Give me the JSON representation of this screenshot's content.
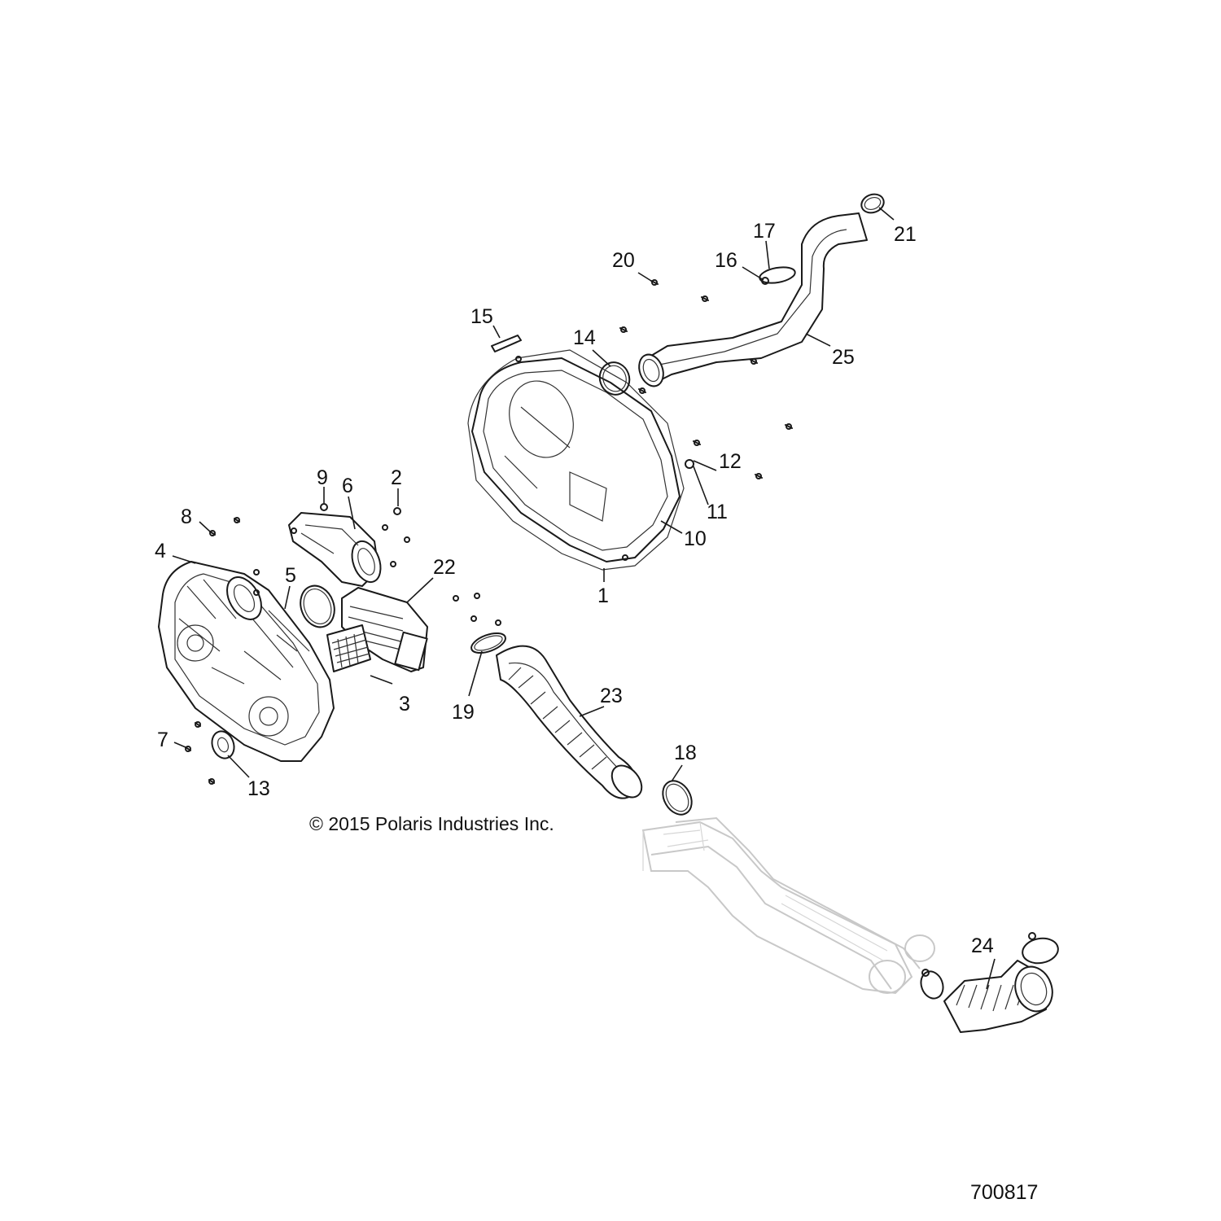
{
  "copyright": "© 2015 Polaris Industries Inc.",
  "diagram_id": "700817",
  "callouts": [
    {
      "key": "1",
      "text": "1"
    },
    {
      "key": "2",
      "text": "2"
    },
    {
      "key": "3",
      "text": "3"
    },
    {
      "key": "4",
      "text": "4"
    },
    {
      "key": "5",
      "text": "5"
    },
    {
      "key": "6",
      "text": "6"
    },
    {
      "key": "7",
      "text": "7"
    },
    {
      "key": "8",
      "text": "8"
    },
    {
      "key": "9",
      "text": "9"
    },
    {
      "key": "10",
      "text": "10"
    },
    {
      "key": "11",
      "text": "11"
    },
    {
      "key": "12",
      "text": "12"
    },
    {
      "key": "13",
      "text": "13"
    },
    {
      "key": "14",
      "text": "14"
    },
    {
      "key": "15",
      "text": "15"
    },
    {
      "key": "16",
      "text": "16"
    },
    {
      "key": "17",
      "text": "17"
    },
    {
      "key": "18",
      "text": "18"
    },
    {
      "key": "19",
      "text": "19"
    },
    {
      "key": "20",
      "text": "20"
    },
    {
      "key": "21",
      "text": "21"
    },
    {
      "key": "22",
      "text": "22"
    },
    {
      "key": "23",
      "text": "23"
    },
    {
      "key": "24",
      "text": "24"
    },
    {
      "key": "25",
      "text": "25"
    }
  ]
}
